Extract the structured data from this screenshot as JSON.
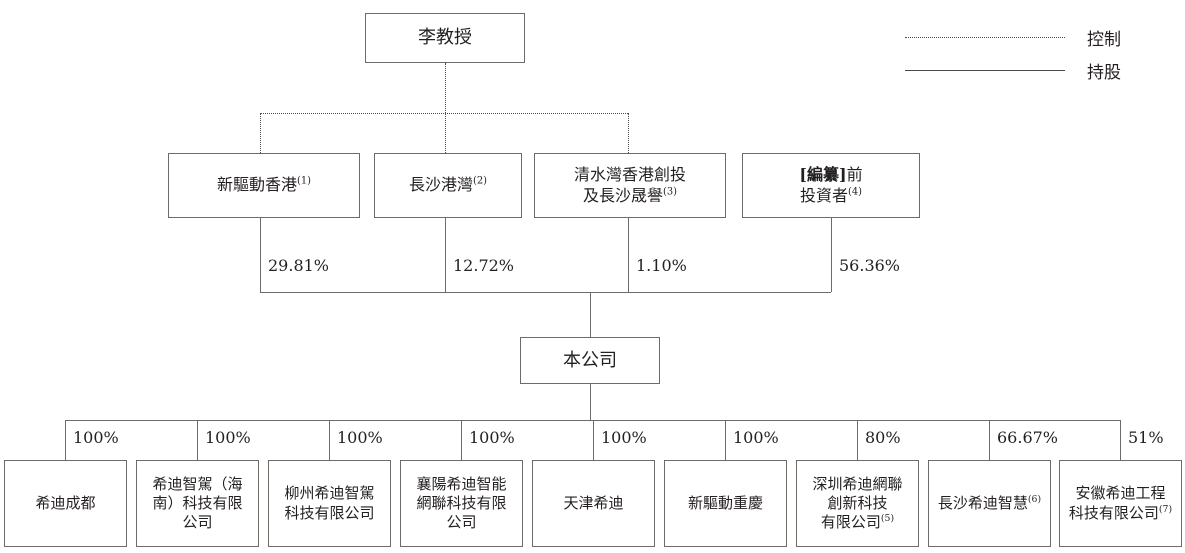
{
  "legend": {
    "items": [
      {
        "style": "dotted",
        "label": "控制"
      },
      {
        "style": "solid",
        "label": "持股"
      }
    ]
  },
  "chart_data": {
    "type": "diagram",
    "title": "",
    "nodes": {
      "root": {
        "label": "李教授"
      },
      "company": {
        "label": "本公司"
      },
      "shareholders": [
        {
          "label": "新驅動香港",
          "note": "(1)",
          "pct": "29.81%",
          "control": true
        },
        {
          "label": "長沙港灣",
          "note": "(2)",
          "pct": "12.72%",
          "control": true
        },
        {
          "label": "清水灣香港創投\n及長沙晟譽",
          "note": "(3)",
          "pct": "1.10%",
          "control": true
        },
        {
          "label": "[編纂]前\n投資者",
          "note": "(4)",
          "pct": "56.36%",
          "control": false,
          "bold_prefix": "[編纂]"
        }
      ],
      "subsidiaries": [
        {
          "label": "希迪成都",
          "note": "",
          "pct": "100%"
        },
        {
          "label": "希迪智駕（海\n南）科技有限\n公司",
          "note": "",
          "pct": "100%"
        },
        {
          "label": "柳州希迪智駕\n科技有限公司",
          "note": "",
          "pct": "100%"
        },
        {
          "label": "襄陽希迪智能\n網聯科技有限\n公司",
          "note": "",
          "pct": "100%"
        },
        {
          "label": "天津希迪",
          "note": "",
          "pct": "100%"
        },
        {
          "label": "新驅動重慶",
          "note": "",
          "pct": "100%"
        },
        {
          "label": "深圳希迪網聯\n創新科技\n有限公司",
          "note": "(5)",
          "pct": "80%"
        },
        {
          "label": "長沙希迪智慧",
          "note": "(6)",
          "pct": "66.67%"
        },
        {
          "label": "安徽希迪工程\n科技有限公司",
          "note": "(7)",
          "pct": "51%"
        }
      ]
    },
    "colors": {
      "box_border": "#6d6a68",
      "line": "#6d6a68",
      "text": "#231f20",
      "background": "#ffffff"
    }
  }
}
